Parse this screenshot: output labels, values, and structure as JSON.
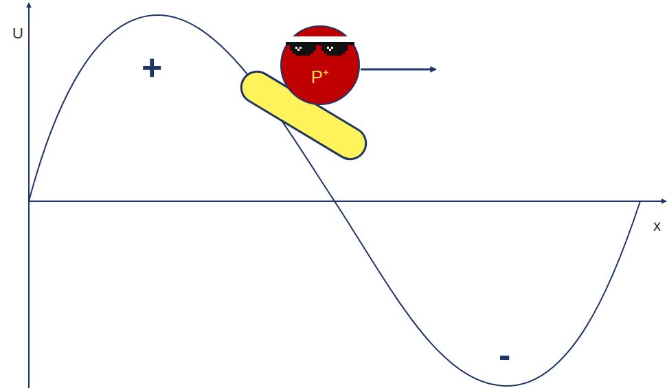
{
  "diagram": {
    "nodes": [
      {
        "text": [
          "P⁺"
        ]
      }
    ],
    "labels": [
      "U",
      "+",
      "x",
      "-"
    ]
  }
}
